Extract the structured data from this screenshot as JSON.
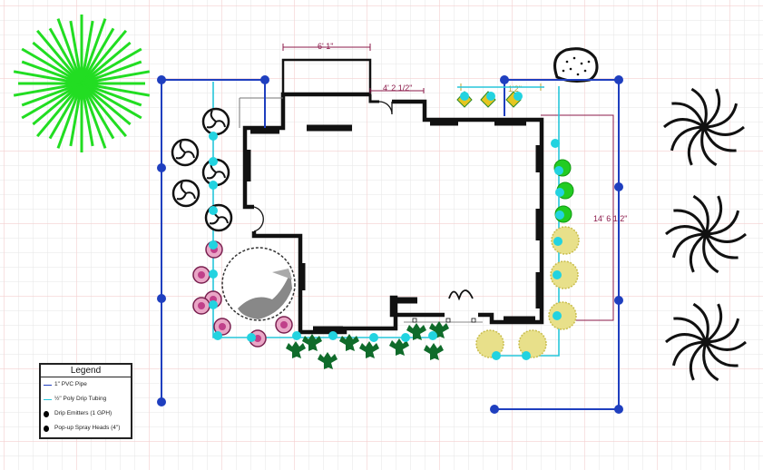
{
  "dimensions": {
    "top_width": "6' 1\"",
    "notch_width": "4' 2 1/2\"",
    "emitter_spacing": "1'2\"",
    "right_side": "14' 6 1/2\""
  },
  "legend": {
    "title": "Legend",
    "items": [
      {
        "label": "1\" PVC Pipe",
        "symbol": "line",
        "color": "#1f3fbf"
      },
      {
        "label": "½\" Poly Drip Tubing",
        "symbol": "line",
        "color": "#26c6da"
      },
      {
        "label": "Drip Emitters  (1 GPH)",
        "symbol": "dot",
        "color": "#000000"
      },
      {
        "label": "Pop-up Spray Heads (4\")",
        "symbol": "dot",
        "color": "#000000"
      }
    ]
  },
  "colors": {
    "grid_minor": "#e6e6e6",
    "grid_major": "#f4cfcf",
    "pvc": "#1f3fbf",
    "poly_tubing": "#26c6da",
    "wall": "#111111",
    "dimension": "#8b1a4a",
    "tree": "#22dd22",
    "ivy": "#0f6b2a",
    "shrub_yellow": "#e8e08a",
    "pink_plant": "#c0408a"
  }
}
